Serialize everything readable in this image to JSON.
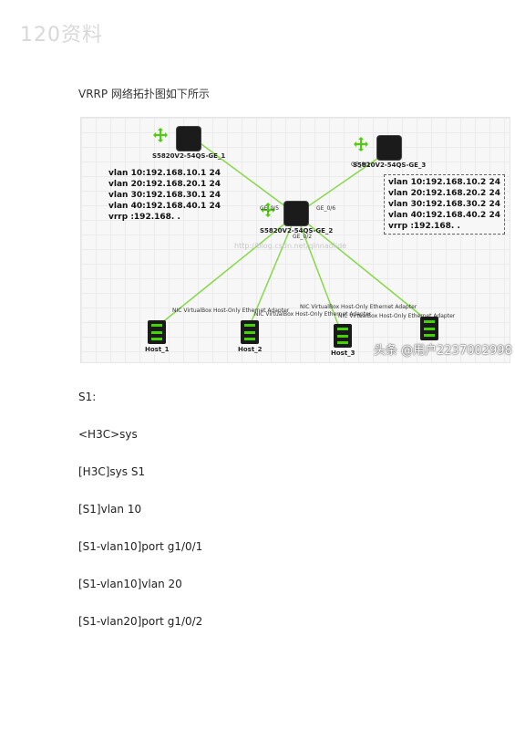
{
  "watermark": "120资料",
  "heading": "VRRP 网络拓扑图如下所示",
  "topology": {
    "switches": [
      {
        "name": "S5820V2-54QS-GE_1"
      },
      {
        "name": "S5820V2-54QS-GE_3"
      },
      {
        "name": "S5820V2-54QS-GE_2"
      }
    ],
    "center_overlay_label": "GE_0/2",
    "ports": [
      "GE_0/5",
      "GE_0/6",
      "GE_0/1"
    ],
    "hosts": [
      "Host_1",
      "Host_2",
      "Host_3",
      ""
    ],
    "adapter_label": "NIC VirtualBox Host-Only Ethernet Adapter",
    "s1_config": [
      "vlan 10:192.168.10.1 24",
      "vlan 20:192.168.20.1 24",
      "vlan 30:192.168.30.1 24",
      "vlan 40:192.168.40.1 24",
      "vrrp :192.168. ."
    ],
    "s2_config": [
      "vlan 10:192.168.10.2 24",
      "vlan 20:192.168.20.2 24",
      "vlan 30:192.168.30.2 24",
      "vlan 40:192.168.40.2 24",
      "vrrp :192.168. ."
    ],
    "blog_watermark": "http://blog.csdn.net/qinnaolide",
    "author_watermark": "头条 @用户2237002998"
  },
  "commands": [
    "S1:",
    "<H3C>sys",
    "[H3C]sys S1",
    "[S1]vlan 10",
    "[S1-vlan10]port g1/0/1",
    "[S1-vlan10]vlan 20",
    "[S1-vlan20]port g1/0/2"
  ]
}
